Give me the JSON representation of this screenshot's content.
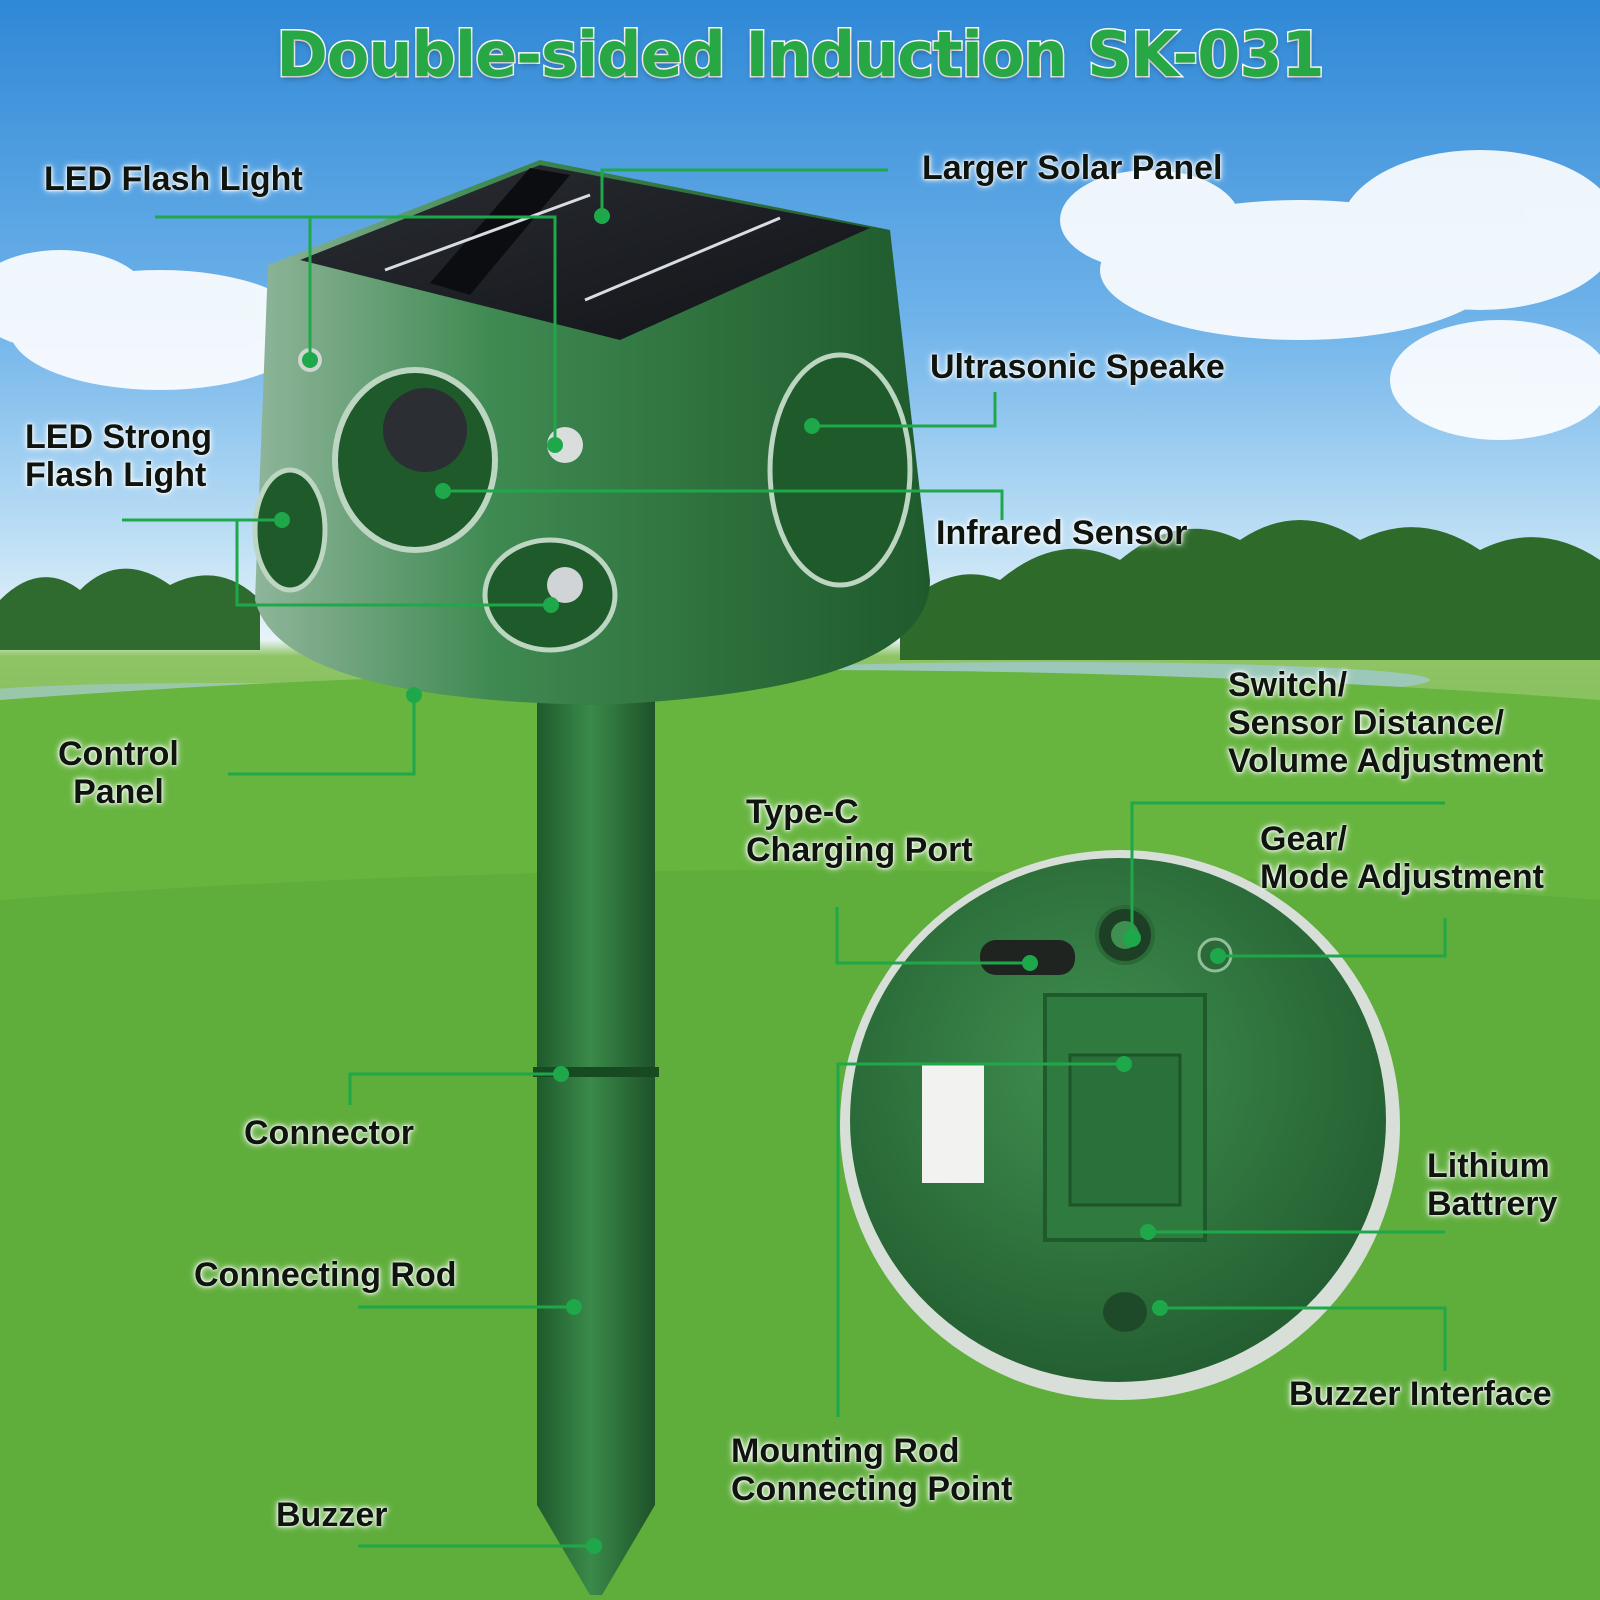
{
  "title": "Double-sided Induction SK-031",
  "labels": {
    "led_flash_light": "LED Flash Light",
    "led_strong_flash_light": [
      "LED Strong",
      "Flash Light"
    ],
    "control_panel": [
      "Control",
      "Panel"
    ],
    "larger_solar_panel": "Larger Solar Panel",
    "ultrasonic_speaker": "Ultrasonic Speake",
    "infrared_sensor": "Infrared Sensor",
    "switch_adjustment": [
      "Switch/",
      "Sensor Distance/",
      "Volume Adjustment"
    ],
    "type_c_port": [
      "Type-C",
      "Charging Port"
    ],
    "gear_mode": [
      "Gear/",
      "Mode Adjustment"
    ],
    "connector": "Connector",
    "connecting_rod": "Connecting Rod",
    "buzzer": "Buzzer",
    "lithium_battery": [
      "Lithium",
      "Battrery"
    ],
    "buzzer_interface": "Buzzer Interface",
    "mounting_rod_point": [
      "Mounting Rod",
      "Connecting Point"
    ]
  },
  "colors": {
    "accent_green": "#27a845",
    "leader_line": "#1fa84a",
    "device_green": "#2f7a3c"
  }
}
